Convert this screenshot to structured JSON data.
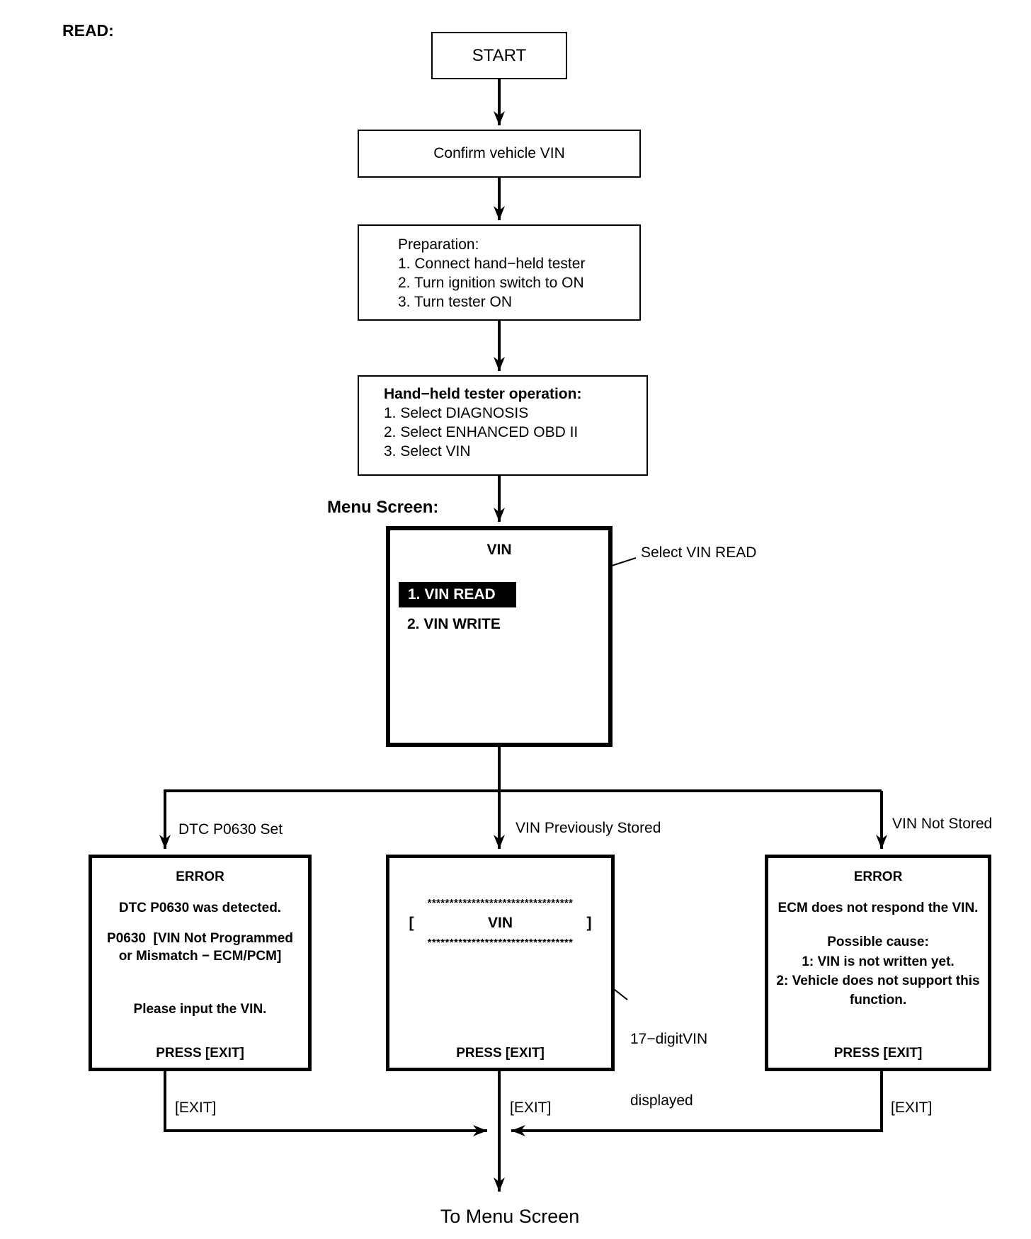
{
  "colors": {
    "ink": "#000000",
    "background": "#ffffff",
    "highlight_bg": "#000000",
    "highlight_text": "#ffffff"
  },
  "page": {
    "section_label": "READ:",
    "menu_screen_label": "Menu Screen:",
    "footer_label": "To Menu Screen"
  },
  "flow": {
    "start": "START",
    "confirm": "Confirm vehicle VIN",
    "preparation": {
      "title": "Preparation:",
      "steps": [
        "1. Connect hand−held tester",
        "2. Turn ignition switch to ON",
        "3. Turn tester ON"
      ]
    },
    "tester_operation": {
      "title": "Hand−held tester operation:",
      "steps": [
        "1. Select DIAGNOSIS",
        "2. Select ENHANCED OBD II",
        "3. Select VIN"
      ]
    },
    "menu": {
      "title": "VIN",
      "item_selected": "1. VIN READ",
      "item_other": "2. VIN WRITE"
    },
    "annotations": {
      "select_vin_read": "Select VIN READ",
      "vin_digits_line1": "17−digitVIN",
      "vin_digits_line2": "displayed"
    },
    "branches": {
      "left_label": "DTC P0630 Set",
      "center_label": "VIN Previously Stored",
      "right_label": "VIN Not Stored"
    },
    "error_dtc": {
      "title": "ERROR",
      "line1": "DTC P0630 was detected.",
      "line2": "P0630  [VIN Not Programmed",
      "line3": "or Mismatch − ECM/PCM]",
      "line4": "Please input the VIN.",
      "press": "PRESS [EXIT]"
    },
    "vin_display": {
      "stars_top": "*********************************",
      "bracket_open": "[",
      "vin": "VIN",
      "bracket_close": "]",
      "stars_bottom": "*********************************",
      "press": "PRESS [EXIT]"
    },
    "error_ecm": {
      "title": "ERROR",
      "line1": "ECM does not respond the VIN.",
      "cause_title": "Possible cause:",
      "cause1": "1: VIN is not written yet.",
      "cause2": "2: Vehicle does not support this",
      "cause2b": "function.",
      "press": "PRESS [EXIT]"
    },
    "exits": {
      "left": "[EXIT]",
      "center": "[EXIT]",
      "right": "[EXIT]"
    }
  }
}
